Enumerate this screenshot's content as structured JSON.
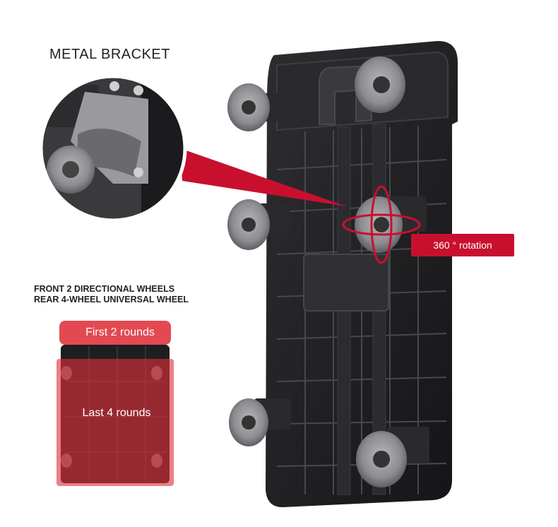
{
  "labels": {
    "metal_bracket": "METAL BRACKET",
    "wheels_line1": "FRONT 2 DIRECTIONAL WHEELS",
    "wheels_line2": "REAR 4-WHEEL UNIVERSAL WHEEL",
    "rotation": "360 ° rotation",
    "first_rounds": "First 2 rounds",
    "last_rounds": "Last 4 rounds"
  },
  "colors": {
    "accent_red": "#c8102e",
    "overlay_red": "#e0303a",
    "cart_black": "#1e1e20",
    "wheel_grey": "#8e8e92"
  }
}
